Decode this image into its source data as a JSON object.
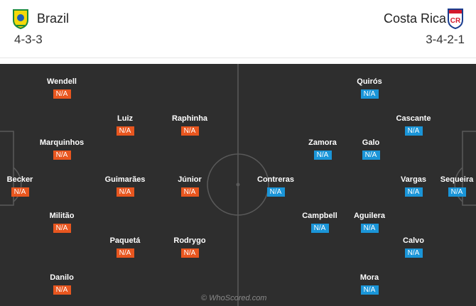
{
  "home": {
    "name": "Brazil",
    "formation": "4-3-3",
    "crest": "brazil-crest-icon",
    "badge_color": "#e8561f",
    "players": [
      {
        "name": "Wendell",
        "rating": "N/A"
      },
      {
        "name": "Luiz",
        "rating": "N/A"
      },
      {
        "name": "Raphinha",
        "rating": "N/A"
      },
      {
        "name": "Marquinhos",
        "rating": "N/A"
      },
      {
        "name": "Becker",
        "rating": "N/A"
      },
      {
        "name": "Guimarães",
        "rating": "N/A"
      },
      {
        "name": "Júnior",
        "rating": "N/A"
      },
      {
        "name": "Militão",
        "rating": "N/A"
      },
      {
        "name": "Paquetá",
        "rating": "N/A"
      },
      {
        "name": "Rodrygo",
        "rating": "N/A"
      },
      {
        "name": "Danilo",
        "rating": "N/A"
      }
    ]
  },
  "away": {
    "name": "Costa Rica",
    "formation": "3-4-2-1",
    "crest": "costa-rica-crest-icon",
    "badge_color": "#1a95d8",
    "players": [
      {
        "name": "Quirós",
        "rating": "N/A"
      },
      {
        "name": "Cascante",
        "rating": "N/A"
      },
      {
        "name": "Zamora",
        "rating": "N/A"
      },
      {
        "name": "Galo",
        "rating": "N/A"
      },
      {
        "name": "Contreras",
        "rating": "N/A"
      },
      {
        "name": "Vargas",
        "rating": "N/A"
      },
      {
        "name": "Sequeira",
        "rating": "N/A"
      },
      {
        "name": "Campbell",
        "rating": "N/A"
      },
      {
        "name": "Aguilera",
        "rating": "N/A"
      },
      {
        "name": "Calvo",
        "rating": "N/A"
      },
      {
        "name": "Mora",
        "rating": "N/A"
      }
    ]
  },
  "pitch_color": "#2e2e2e",
  "watermark": "© WhoScored.com"
}
